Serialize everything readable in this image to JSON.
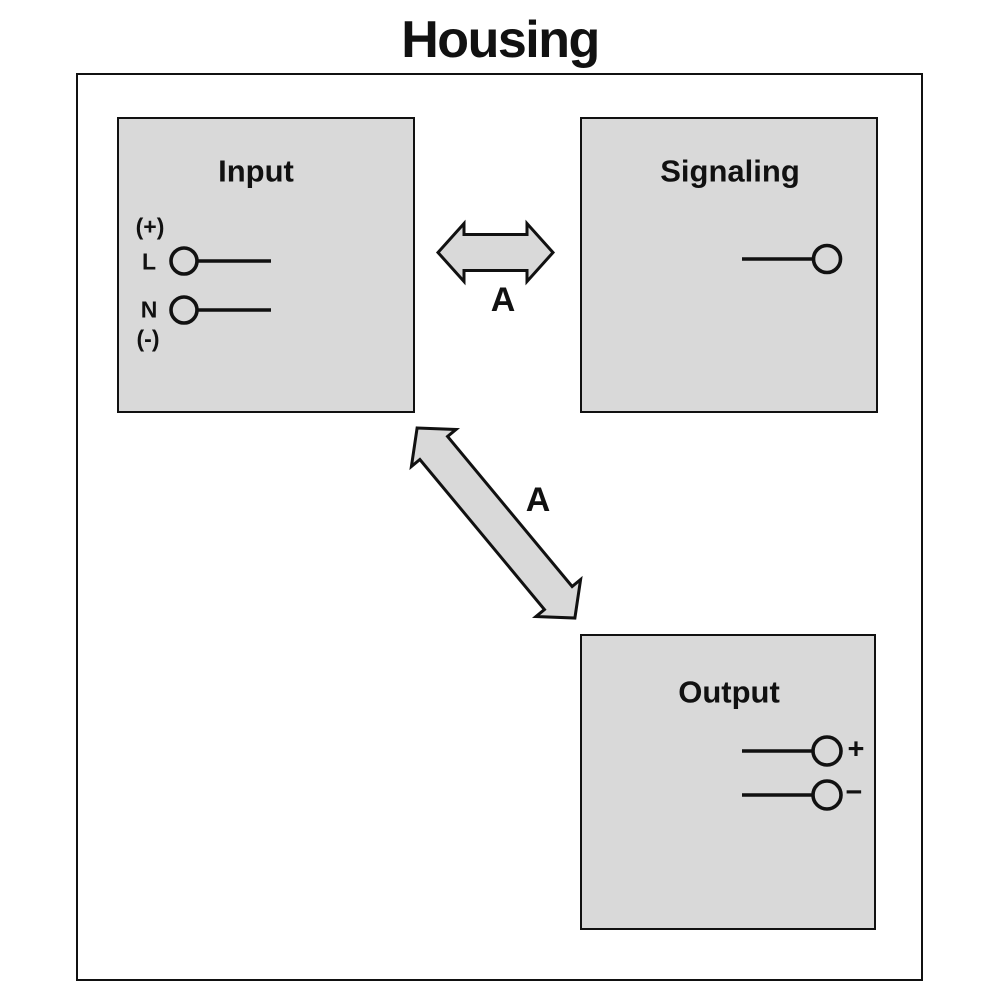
{
  "title": "Housing",
  "blocks": {
    "input": {
      "title": "Input",
      "terminals": {
        "plus_marking": "(+)",
        "line_label": "L",
        "neutral_label": "N",
        "minus_marking": "(-)"
      }
    },
    "signaling": {
      "title": "Signaling"
    },
    "output": {
      "title": "Output",
      "terminals": {
        "plus_label": "+",
        "minus_label": "−"
      }
    }
  },
  "arrows": {
    "input_signaling_label": "A",
    "input_output_label": "A"
  },
  "colors": {
    "block_fill": "#d9d9d9",
    "stroke": "#111111",
    "background": "#ffffff"
  }
}
